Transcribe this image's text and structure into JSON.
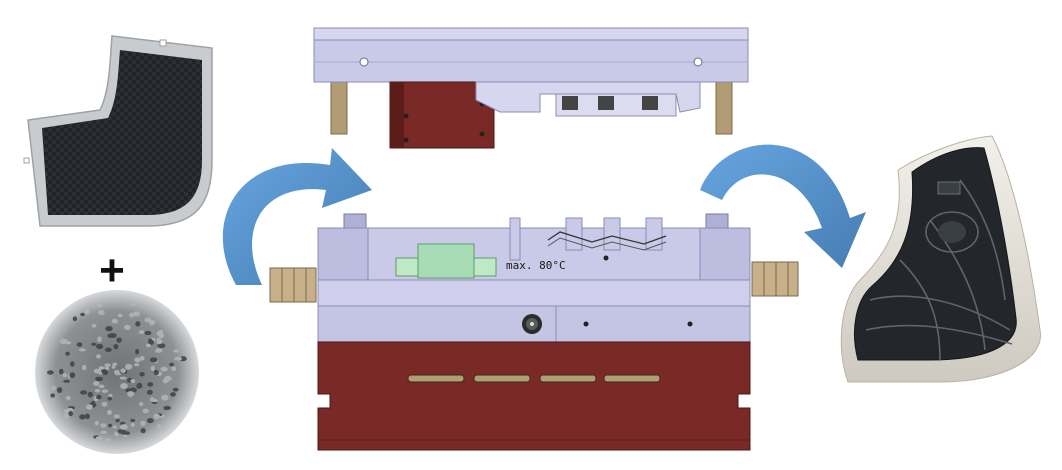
{
  "diagram": {
    "labels": {
      "plus": "+",
      "temperature": "max. 80°C"
    },
    "components": {
      "left_inputs": [
        "carbon-fiber-insert",
        "plastic-granules"
      ],
      "center": [
        "upper-mold-half",
        "lower-mold-half"
      ],
      "right_output": [
        "molded-hybrid-part"
      ]
    },
    "arrows": [
      "input-to-mold-arrow",
      "mold-to-part-arrow"
    ],
    "colors": {
      "mold_plate": "#c9c9e8",
      "mold_plate_dark": "#a9a9cf",
      "mold_base": "#7a2a26",
      "mold_base_dark": "#5c1c19",
      "insert_green": "#a8dcb4",
      "arrow_blue": "#4f8fcc",
      "fiber_dark": "#1f2226",
      "granule_gray": "#8a8d90"
    }
  }
}
